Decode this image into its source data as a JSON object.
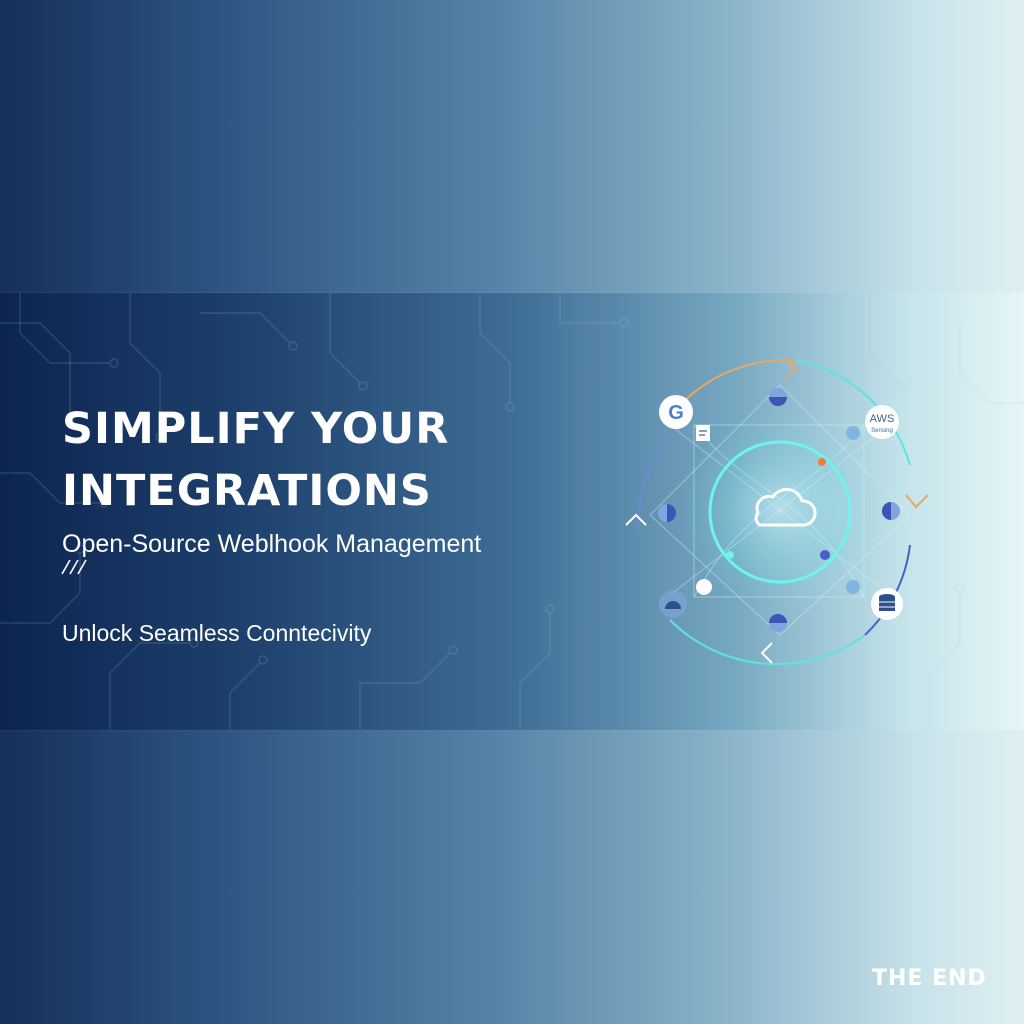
{
  "hero": {
    "headline_line1": "SIMPLIFY YOUR",
    "headline_line2": "INTEGRATIONS",
    "subtitle": "Open-Source Weblhook Management",
    "tagline": "Unlock Seamless Conntecivity"
  },
  "diagram": {
    "center_icon": "cloud-icon",
    "nodes": [
      "google-logo-icon",
      "aws-logo-icon",
      "database-icon",
      "cloud-service-icon",
      "document-icon"
    ],
    "aws_label_line1": "AWS",
    "aws_label_line2": "Sensing",
    "google_label": "G"
  },
  "footer": {
    "brand": "THE END"
  },
  "colors": {
    "accent_cyan": "#5fe3e0",
    "accent_orange": "#f0a050",
    "accent_indigo": "#4a5fc8",
    "text": "#ffffff"
  }
}
